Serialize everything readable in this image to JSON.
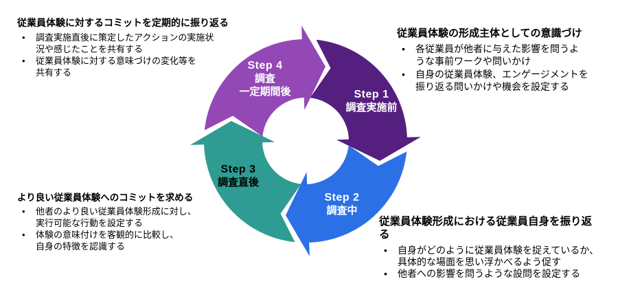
{
  "bullet_char": "•",
  "background_color": "#FFFFFF",
  "diagram": {
    "name": "employee-experience-survey-cycle",
    "steps": [
      {
        "label": "Step 1",
        "sublabel_lines": [
          "調査実施前"
        ],
        "color": "#551F80",
        "text_color": "#FFFFFF"
      },
      {
        "label": "Step 2",
        "sublabel_lines": [
          "調査中"
        ],
        "color": "#2C70E5",
        "text_color": "#FFFFFF"
      },
      {
        "label": "Step 3",
        "sublabel_lines": [
          "調査直後"
        ],
        "color": "#2E9C92",
        "text_color": "#000000"
      },
      {
        "label": "Step 4",
        "sublabel_lines": [
          "調査",
          "一定期間後"
        ],
        "color": "#9348B5",
        "text_color": "#FFFFFF"
      }
    ]
  },
  "notes": {
    "top_left": {
      "title_lines": [
        "従業員体験に対するコミットを定期的に振り返る"
      ],
      "bullets": [
        {
          "lines": [
            "調査実施直後に策定したアクションの実施状",
            "況や感じたことを共有する"
          ]
        },
        {
          "lines": [
            "従業員体験に対する意味づけの変化等を",
            "共有する"
          ]
        }
      ]
    },
    "top_right": {
      "title_lines": [
        "従業員体験の形成主体としての意識づけ"
      ],
      "bullets": [
        {
          "lines": [
            "各従業員が他者に与えた影響を問うよ",
            "うな事前ワークや問いかけ"
          ]
        },
        {
          "lines": [
            "自身の従業員体験、エンゲージメントを",
            "振り返る問いかけや機会を設定する"
          ]
        }
      ]
    },
    "bottom_left": {
      "title_lines": [
        "より良い従業員体験へのコミットを求める"
      ],
      "bullets": [
        {
          "lines": [
            "他者のより良い従業員体験形成に対し、",
            "実行可能な行動を設定する"
          ]
        },
        {
          "lines": [
            "体験の意味付けを客観的に比較し、",
            "自身の特徴を認識する"
          ]
        }
      ]
    },
    "bottom_right": {
      "title_lines": [
        "従業員体験形成における従業員自身を振り返",
        "る"
      ],
      "bullets": [
        {
          "lines": [
            "自身がどのように従業員体験を捉えているか、",
            "具体的な場面を思い浮かべるよう促す"
          ]
        },
        {
          "lines": [
            "他者への影響を問うような設問を設定する"
          ]
        }
      ]
    }
  }
}
